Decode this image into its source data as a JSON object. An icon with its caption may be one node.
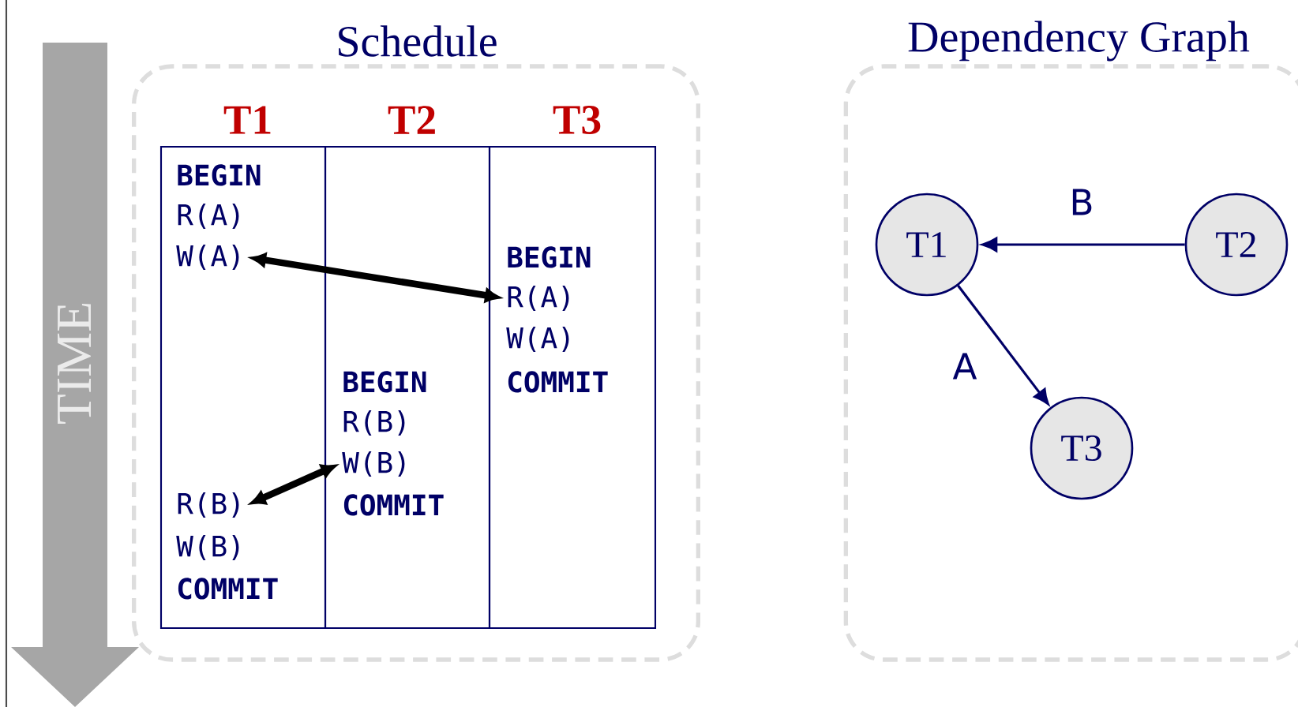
{
  "diagram": {
    "nodes": [
      {
        "text": [
          "Schedule"
        ]
      },
      {
        "text": [
          "T1"
        ],
        "in": 0
      },
      {
        "text": [
          "T2"
        ],
        "in": 0
      },
      {
        "text": [
          "T3"
        ],
        "in": 0
      },
      {
        "text": [
          "BEGIN"
        ],
        "in": 1
      },
      {
        "text": [
          "R(A)"
        ],
        "in": 1
      },
      {
        "text": [
          "W(A)"
        ],
        "in": 1
      },
      {
        "text": [
          "R(B)"
        ],
        "in": 1
      },
      {
        "text": [
          "W(B)"
        ],
        "in": 1
      },
      {
        "text": [
          "COMMIT"
        ],
        "in": 1
      },
      {
        "text": [
          "BEGIN"
        ],
        "in": 2
      },
      {
        "text": [
          "R(B)"
        ],
        "in": 2
      },
      {
        "text": [
          "W(B)"
        ],
        "in": 2
      },
      {
        "text": [
          "COMMIT"
        ],
        "in": 2
      },
      {
        "text": [
          "BEGIN"
        ],
        "in": 3
      },
      {
        "text": [
          "R(A)"
        ],
        "in": 3
      },
      {
        "text": [
          "W(A)"
        ],
        "in": 3
      },
      {
        "text": [
          "COMMIT"
        ],
        "in": 3
      },
      {
        "text": [
          "Dependency Graph"
        ]
      },
      {
        "text": [
          "T1"
        ],
        "in": 18
      },
      {
        "text": [
          "T2"
        ],
        "in": 18
      },
      {
        "text": [
          "T3"
        ],
        "in": 18
      }
    ],
    "edges": [
      {
        "from": 6,
        "to": 15,
        "arrow": "both",
        "style": "thick"
      },
      {
        "from": 7,
        "to": 12,
        "arrow": "both",
        "style": "thick"
      },
      {
        "from": 20,
        "to": 19,
        "arrow": "to",
        "label": "B",
        "color": "#000066"
      },
      {
        "from": 19,
        "to": 21,
        "arrow": "to",
        "label": "A",
        "color": "#000066"
      }
    ],
    "labels": [
      "TIME"
    ]
  }
}
